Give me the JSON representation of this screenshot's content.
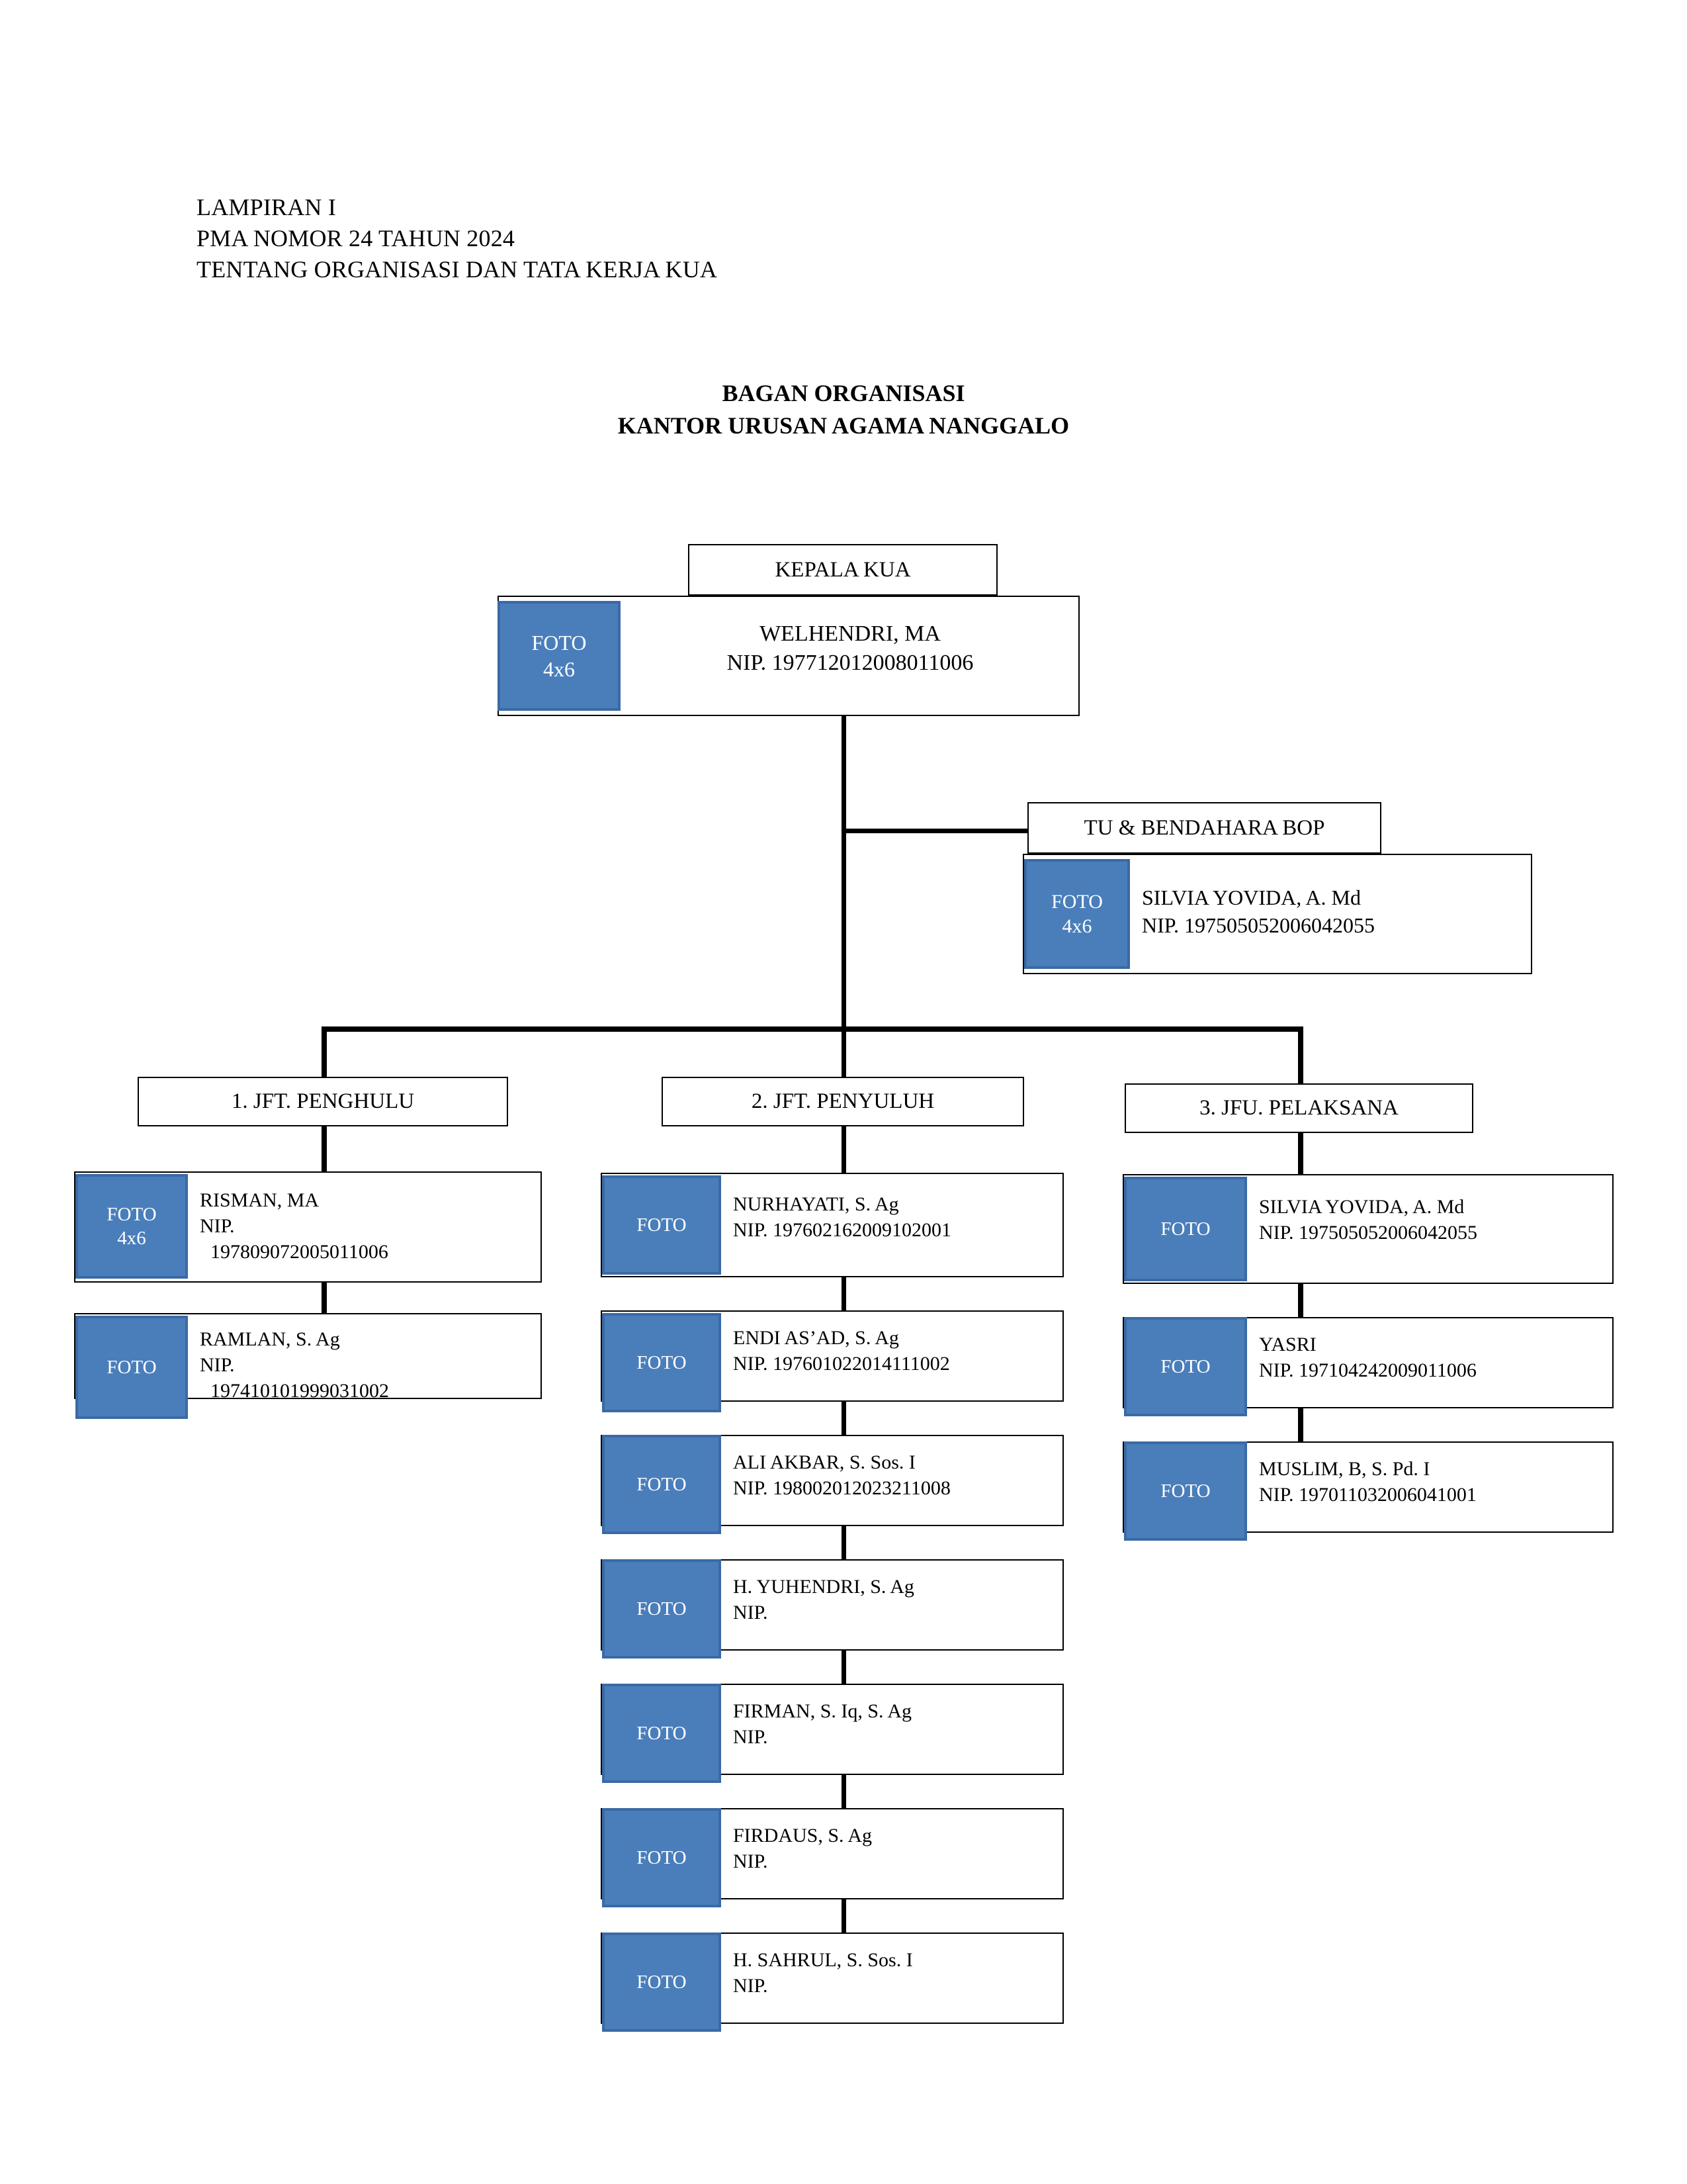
{
  "header": {
    "lines": [
      "LAMPIRAN I",
      "PMA NOMOR 24 TAHUN 2024",
      "TENTANG ORGANISASI DAN TATA KERJA KUA"
    ]
  },
  "title": {
    "line1": "BAGAN ORGANISASI",
    "line2": "KANTOR URUSAN AGAMA NANGGALO"
  },
  "colors": {
    "photo_fill": "#4a7ebb",
    "photo_border": "#3a6aa5",
    "line": "#000000",
    "box_border": "#000000",
    "background": "#ffffff"
  },
  "photo_labels": {
    "foto": "FOTO",
    "size": "4x6"
  },
  "chart": {
    "head": {
      "title": "KEPALA KUA",
      "name": "WELHENDRI, MA",
      "nip": "NIP. 197712012008011006",
      "photo_line1": "FOTO",
      "photo_line2": "4x6"
    },
    "tu": {
      "title": "TU & BENDAHARA BOP",
      "name": "SILVIA YOVIDA, A. Md",
      "nip": "NIP. 197505052006042055",
      "photo_line1": "FOTO",
      "photo_line2": "4x6"
    },
    "branches": [
      {
        "title": "1.  JFT. PENGHULU",
        "members": [
          {
            "name": "RISMAN, MA",
            "nip": "NIP.",
            "nip_number": "197809072005011006",
            "photo_line1": "FOTO",
            "photo_line2": "4x6"
          },
          {
            "name": "RAMLAN, S. Ag",
            "nip": "NIP.",
            "nip_number": "197410101999031002",
            "photo_line1": "FOTO",
            "photo_line2": ""
          }
        ]
      },
      {
        "title": "2.  JFT. PENYULUH",
        "members": [
          {
            "name": "NURHAYATI, S. Ag",
            "nip": "NIP. 197602162009102001",
            "nip_number": "",
            "photo_line1": "FOTO",
            "photo_line2": ""
          },
          {
            "name": "ENDI AS’AD, S. Ag",
            "nip": "NIP. 197601022014111002",
            "nip_number": "",
            "photo_line1": "FOTO",
            "photo_line2": ""
          },
          {
            "name": "ALI AKBAR, S. Sos. I",
            "nip": "NIP. 198002012023211008",
            "nip_number": "",
            "photo_line1": "FOTO",
            "photo_line2": ""
          },
          {
            "name": "H. YUHENDRI, S. Ag",
            "nip": "NIP.",
            "nip_number": "",
            "photo_line1": "FOTO",
            "photo_line2": ""
          },
          {
            "name": "FIRMAN, S. Iq, S. Ag",
            "nip": "NIP.",
            "nip_number": "",
            "photo_line1": "FOTO",
            "photo_line2": ""
          },
          {
            "name": "FIRDAUS, S. Ag",
            "nip": "NIP.",
            "nip_number": "",
            "photo_line1": "FOTO",
            "photo_line2": ""
          },
          {
            "name": "H. SAHRUL, S. Sos. I",
            "nip": "NIP.",
            "nip_number": "",
            "photo_line1": "FOTO",
            "photo_line2": ""
          }
        ]
      },
      {
        "title": "3.  JFU. PELAKSANA",
        "members": [
          {
            "name": "SILVIA YOVIDA, A. Md",
            "nip": "NIP. 197505052006042055",
            "nip_number": "",
            "photo_line1": "FOTO",
            "photo_line2": ""
          },
          {
            "name": "YASRI",
            "nip": "NIP. 197104242009011006",
            "nip_number": "",
            "photo_line1": "FOTO",
            "photo_line2": ""
          },
          {
            "name": "MUSLIM, B, S. Pd. I",
            "nip": "NIP. 197011032006041001",
            "nip_number": "",
            "photo_line1": "FOTO",
            "photo_line2": ""
          }
        ]
      }
    ]
  }
}
